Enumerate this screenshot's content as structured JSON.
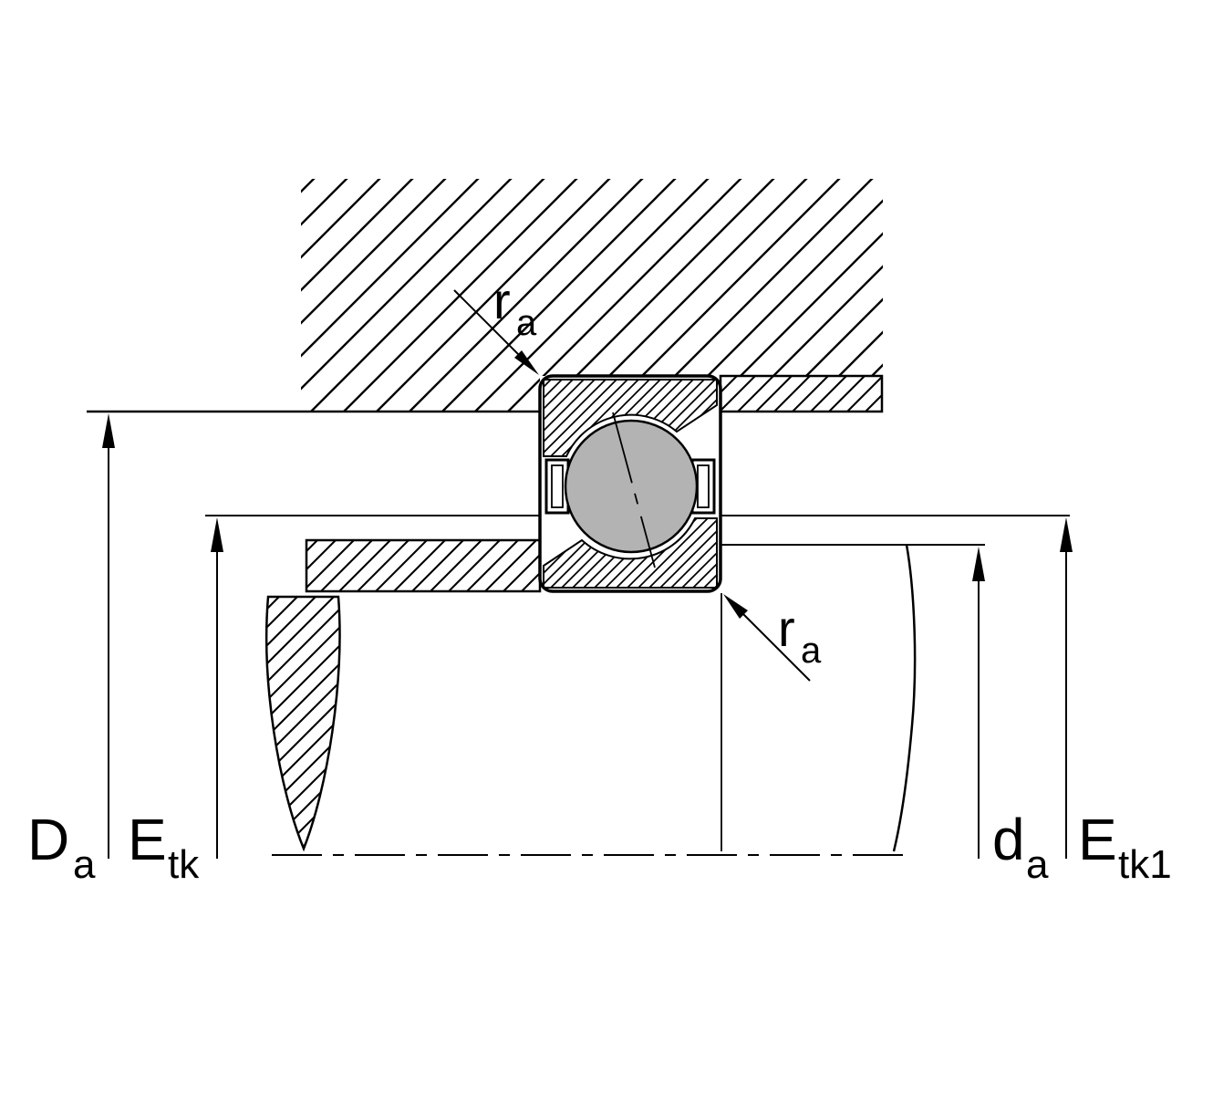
{
  "diagram": {
    "colors": {
      "background": "#ffffff",
      "line": "#000000",
      "ball_fill": "#b3b3b3"
    },
    "dimensions": {
      "housing_abutment": {
        "main": "D",
        "sub": "a"
      },
      "tool_clearance_left": {
        "main": "E",
        "sub": "tk"
      },
      "shaft_abutment": {
        "main": "d",
        "sub": "a"
      },
      "tool_clearance_right": {
        "main": "E",
        "sub": "tk1"
      },
      "fillet_top": {
        "main": "r",
        "sub": "a"
      },
      "fillet_bottom": {
        "main": "r",
        "sub": "a"
      }
    }
  }
}
